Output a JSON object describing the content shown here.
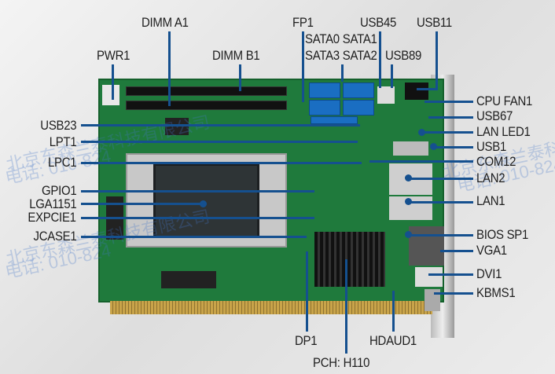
{
  "watermark": {
    "company": "北京东森兰泰科技有限公司",
    "phone": "电话: 010-824"
  },
  "labels": {
    "dimm_a1": "DIMM A1",
    "dimm_b1": "DIMM B1",
    "pwr1": "PWR1",
    "fp1": "FP1",
    "sata_top": "SATA0 SATA1",
    "sata_bottom": "SATA3 SATA2",
    "usb45": "USB45",
    "usb89": "USB89",
    "usb11": "USB11",
    "cpu_fan1": "CPU FAN1",
    "usb67": "USB67",
    "lan_led1": "LAN LED1",
    "usb1": "USB1",
    "com12": "COM12",
    "lan2": "LAN2",
    "lan1": "LAN1",
    "bios_sp1": "BIOS SP1",
    "vga1": "VGA1",
    "dvi1": "DVI1",
    "kbms1": "KBMS1",
    "usb23": "USB23",
    "lpt1": "LPT1",
    "lpc1": "LPC1",
    "gpio1": "GPIO1",
    "lga1151": "LGA1151",
    "expcie1": "EXPCIE1",
    "jcase1": "JCASE1",
    "dp1": "DP1",
    "pch": "PCH: H110",
    "hdaud1": "HDAUD1"
  },
  "colors": {
    "callout": "#15508f",
    "pcb": "#1f7a3c"
  }
}
